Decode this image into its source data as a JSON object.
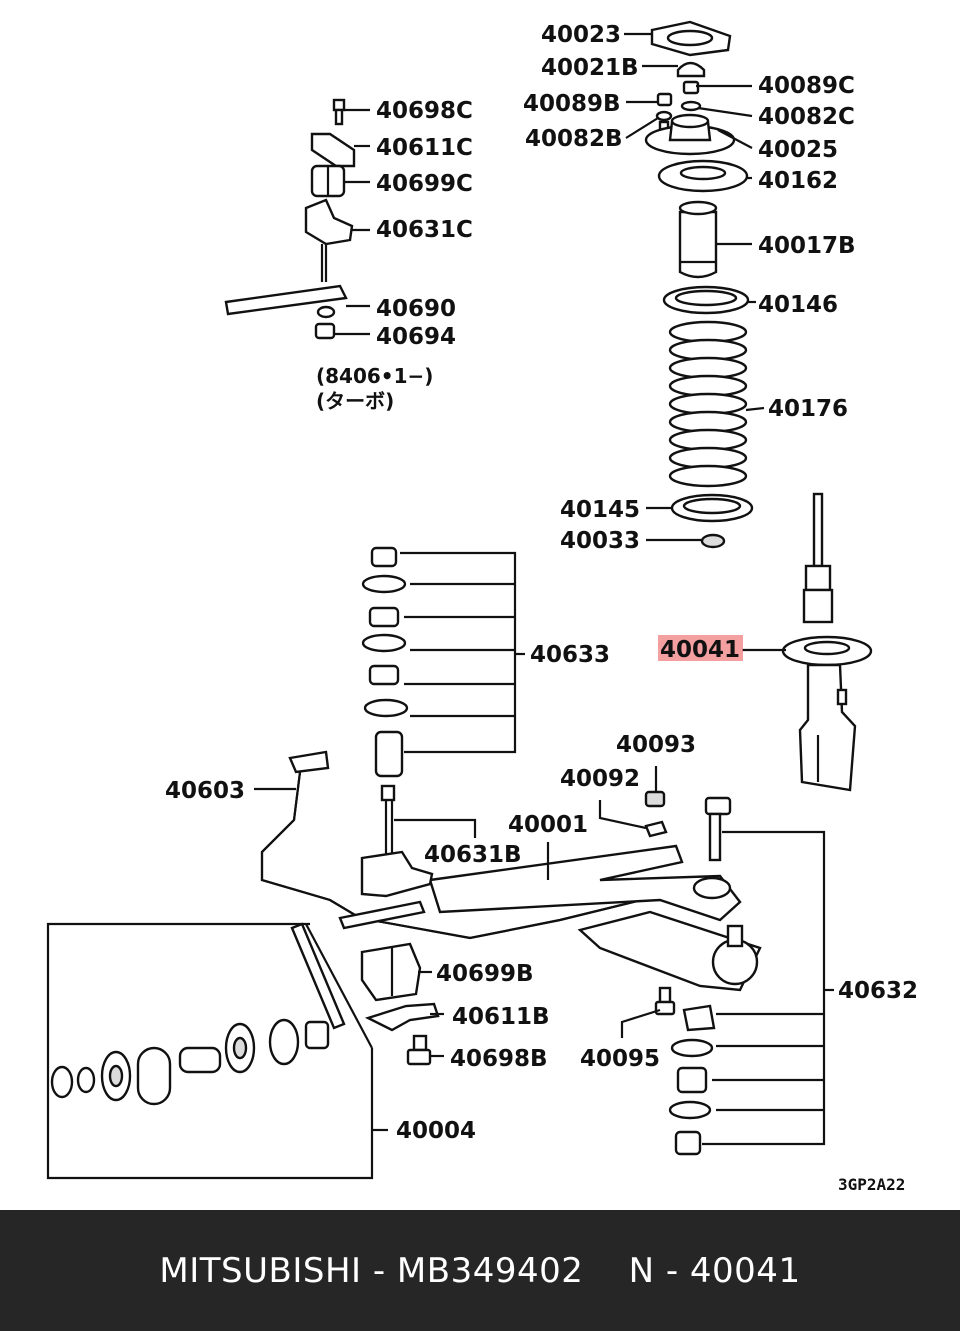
{
  "diagram": {
    "part_labels": {
      "p40023": "40023",
      "p40021B": "40021B",
      "p40089C": "40089C",
      "p40089B": "40089B",
      "p40082C": "40082C",
      "p40082B": "40082B",
      "p40025": "40025",
      "p40162": "40162",
      "p40017B": "40017B",
      "p40146": "40146",
      "p40176": "40176",
      "p40145": "40145",
      "p40033": "40033",
      "p40041": "40041",
      "p40698C": "40698C",
      "p40611C": "40611C",
      "p40699C": "40699C",
      "p40631C": "40631C",
      "p40690": "40690",
      "p40694": "40694",
      "p40633": "40633",
      "p40093": "40093",
      "p40092": "40092",
      "p40603": "40603",
      "p40001": "40001",
      "p40631B": "40631B",
      "p40699B": "40699B",
      "p40611B": "40611B",
      "p40698B": "40698B",
      "p40095": "40095",
      "p40632": "40632",
      "p40004": "40004"
    },
    "note_line1": "(8406•1−)",
    "note_line2": "(ターボ)",
    "drawing_code": "3GP2A22",
    "highlight_color": "#f08080"
  },
  "footer": {
    "text": "MITSUBISHI - MB349402    N - 40041"
  }
}
